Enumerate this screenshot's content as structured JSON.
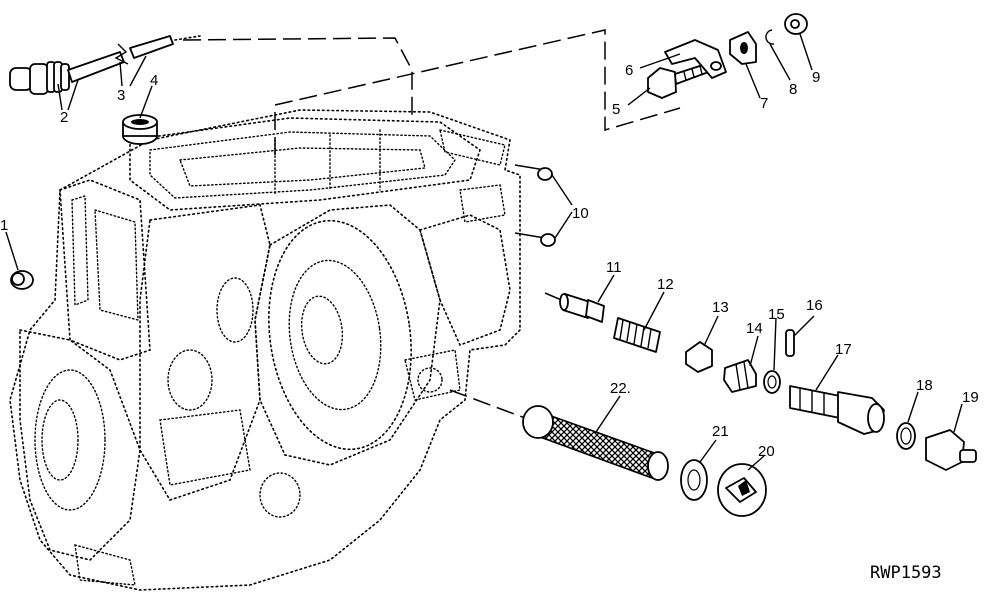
{
  "figure_code": "RWP1593",
  "callouts": [
    {
      "id": "1",
      "label": "1"
    },
    {
      "id": "2",
      "label": "2"
    },
    {
      "id": "3",
      "label": "3"
    },
    {
      "id": "4",
      "label": "4"
    },
    {
      "id": "5",
      "label": "5"
    },
    {
      "id": "6",
      "label": "6"
    },
    {
      "id": "7",
      "label": "7"
    },
    {
      "id": "8",
      "label": "8"
    },
    {
      "id": "9",
      "label": "9"
    },
    {
      "id": "10",
      "label": "10"
    },
    {
      "id": "11",
      "label": "11"
    },
    {
      "id": "12",
      "label": "12"
    },
    {
      "id": "13",
      "label": "13"
    },
    {
      "id": "14",
      "label": "14"
    },
    {
      "id": "15",
      "label": "15"
    },
    {
      "id": "16",
      "label": "16"
    },
    {
      "id": "17",
      "label": "17"
    },
    {
      "id": "18",
      "label": "18"
    },
    {
      "id": "19",
      "label": "19"
    },
    {
      "id": "20",
      "label": "20"
    },
    {
      "id": "21",
      "label": "21"
    },
    {
      "id": "22",
      "label": "22."
    }
  ]
}
